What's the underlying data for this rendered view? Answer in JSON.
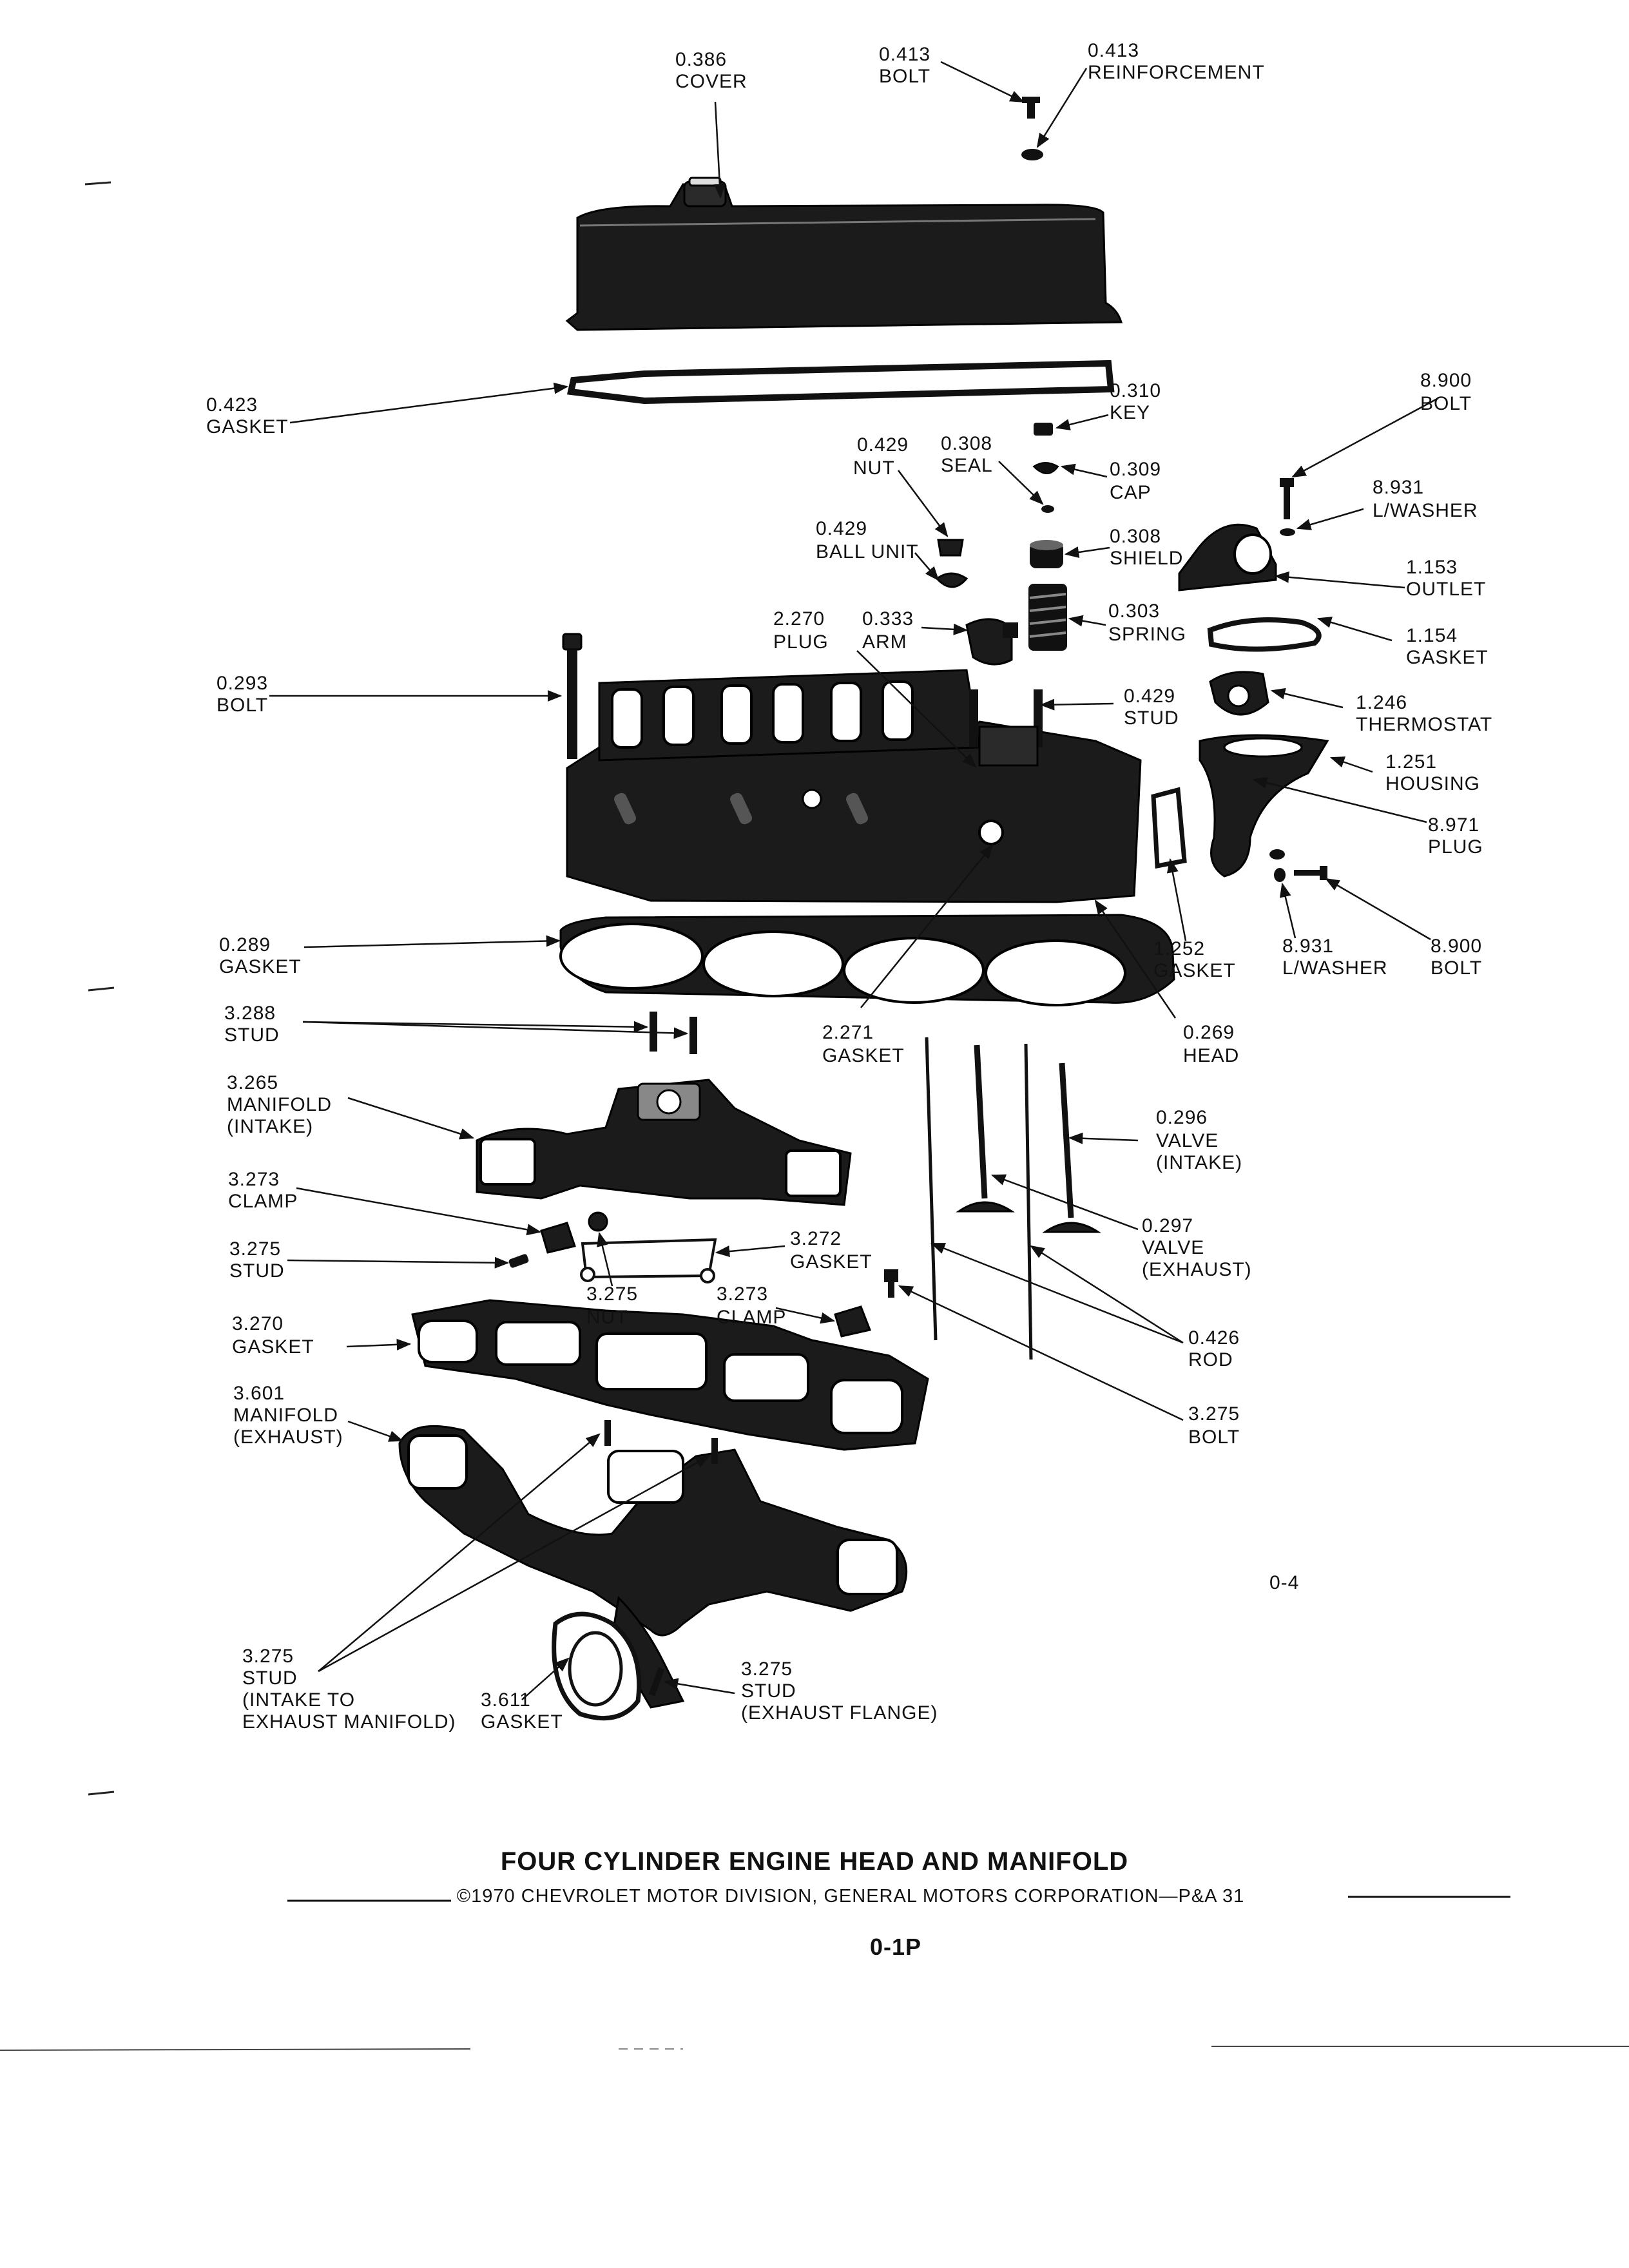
{
  "parts": [
    {
      "id": "cover",
      "num": "0.386",
      "name": "COVER"
    },
    {
      "id": "bolt-top",
      "num": "0.413",
      "name": "BOLT"
    },
    {
      "id": "reinforcement",
      "num": "0.413",
      "name": "REINFORCEMENT"
    },
    {
      "id": "gasket-cover",
      "num": "0.423",
      "name": "GASKET"
    },
    {
      "id": "key",
      "num": "0.310",
      "name": "KEY"
    },
    {
      "id": "nut-rocker",
      "num": "0.429",
      "name": "NUT"
    },
    {
      "id": "seal",
      "num": "0.308",
      "name": "SEAL"
    },
    {
      "id": "cap",
      "num": "0.309",
      "name": "CAP"
    },
    {
      "id": "ball-unit",
      "num": "0.429",
      "name": "BALL UNIT"
    },
    {
      "id": "shield",
      "num": "0.308",
      "name": "SHIELD"
    },
    {
      "id": "plug-head",
      "num": "2.270",
      "name": "PLUG"
    },
    {
      "id": "arm",
      "num": "0.333",
      "name": "ARM"
    },
    {
      "id": "spring",
      "num": "0.303",
      "name": "SPRING"
    },
    {
      "id": "bolt-head",
      "num": "0.293",
      "name": "BOLT"
    },
    {
      "id": "stud-rocker",
      "num": "0.429",
      "name": "STUD"
    },
    {
      "id": "bolt-outlet",
      "num": "8.900",
      "name": "BOLT"
    },
    {
      "id": "lwasher-outlet",
      "num": "8.931",
      "name": "L/WASHER"
    },
    {
      "id": "outlet",
      "num": "1.153",
      "name": "OUTLET"
    },
    {
      "id": "gasket-outlet",
      "num": "1.154",
      "name": "GASKET"
    },
    {
      "id": "thermostat",
      "num": "1.246",
      "name": "THERMOSTAT"
    },
    {
      "id": "housing",
      "num": "1.251",
      "name": "HOUSING"
    },
    {
      "id": "plug-housing",
      "num": "8.971",
      "name": "PLUG"
    },
    {
      "id": "gasket-head",
      "num": "0.289",
      "name": "GASKET"
    },
    {
      "id": "gasket-housing",
      "num": "1.252",
      "name": "GASKET"
    },
    {
      "id": "lwasher-housing",
      "num": "8.931",
      "name": "L/WASHER"
    },
    {
      "id": "bolt-housing",
      "num": "8.900",
      "name": "BOLT"
    },
    {
      "id": "stud-manifold",
      "num": "3.288",
      "name": "STUD"
    },
    {
      "id": "gasket-plug",
      "num": "2.271",
      "name": "GASKET"
    },
    {
      "id": "head",
      "num": "0.269",
      "name": "HEAD"
    },
    {
      "id": "manifold-intake",
      "num": "3.265",
      "name": "MANIFOLD",
      "note": "(INTAKE)"
    },
    {
      "id": "valve-intake",
      "num": "0.296",
      "name": "VALVE",
      "note": "(INTAKE)"
    },
    {
      "id": "clamp-1",
      "num": "3.273",
      "name": "CLAMP"
    },
    {
      "id": "valve-exhaust",
      "num": "0.297",
      "name": "VALVE",
      "note": "(EXHAUST)"
    },
    {
      "id": "gasket-heat",
      "num": "3.272",
      "name": "GASKET"
    },
    {
      "id": "stud-clamp",
      "num": "3.275",
      "name": "STUD"
    },
    {
      "id": "nut-clamp",
      "num": "3.275",
      "name": "NUT"
    },
    {
      "id": "clamp-2",
      "num": "3.273",
      "name": "CLAMP"
    },
    {
      "id": "gasket-manifold",
      "num": "3.270",
      "name": "GASKET"
    },
    {
      "id": "rod",
      "num": "0.426",
      "name": "ROD"
    },
    {
      "id": "manifold-exhaust",
      "num": "3.601",
      "name": "MANIFOLD",
      "note": "(EXHAUST)"
    },
    {
      "id": "bolt-manifold",
      "num": "3.275",
      "name": "BOLT"
    },
    {
      "id": "stud-intake-exhaust",
      "num": "3.275",
      "name": "STUD",
      "note": "(INTAKE TO",
      "note2": "EXHAUST MANIFOLD)"
    },
    {
      "id": "gasket-flange",
      "num": "3.611",
      "name": "GASKET"
    },
    {
      "id": "stud-flange",
      "num": "3.275",
      "name": "STUD",
      "note": "(EXHAUST FLANGE)"
    }
  ],
  "figure_ref": "0-4",
  "title": "FOUR CYLINDER ENGINE HEAD AND MANIFOLD",
  "copyright": "©1970 CHEVROLET MOTOR DIVISION, GENERAL MOTORS CORPORATION—P&A 31",
  "page_number": "0-1P"
}
